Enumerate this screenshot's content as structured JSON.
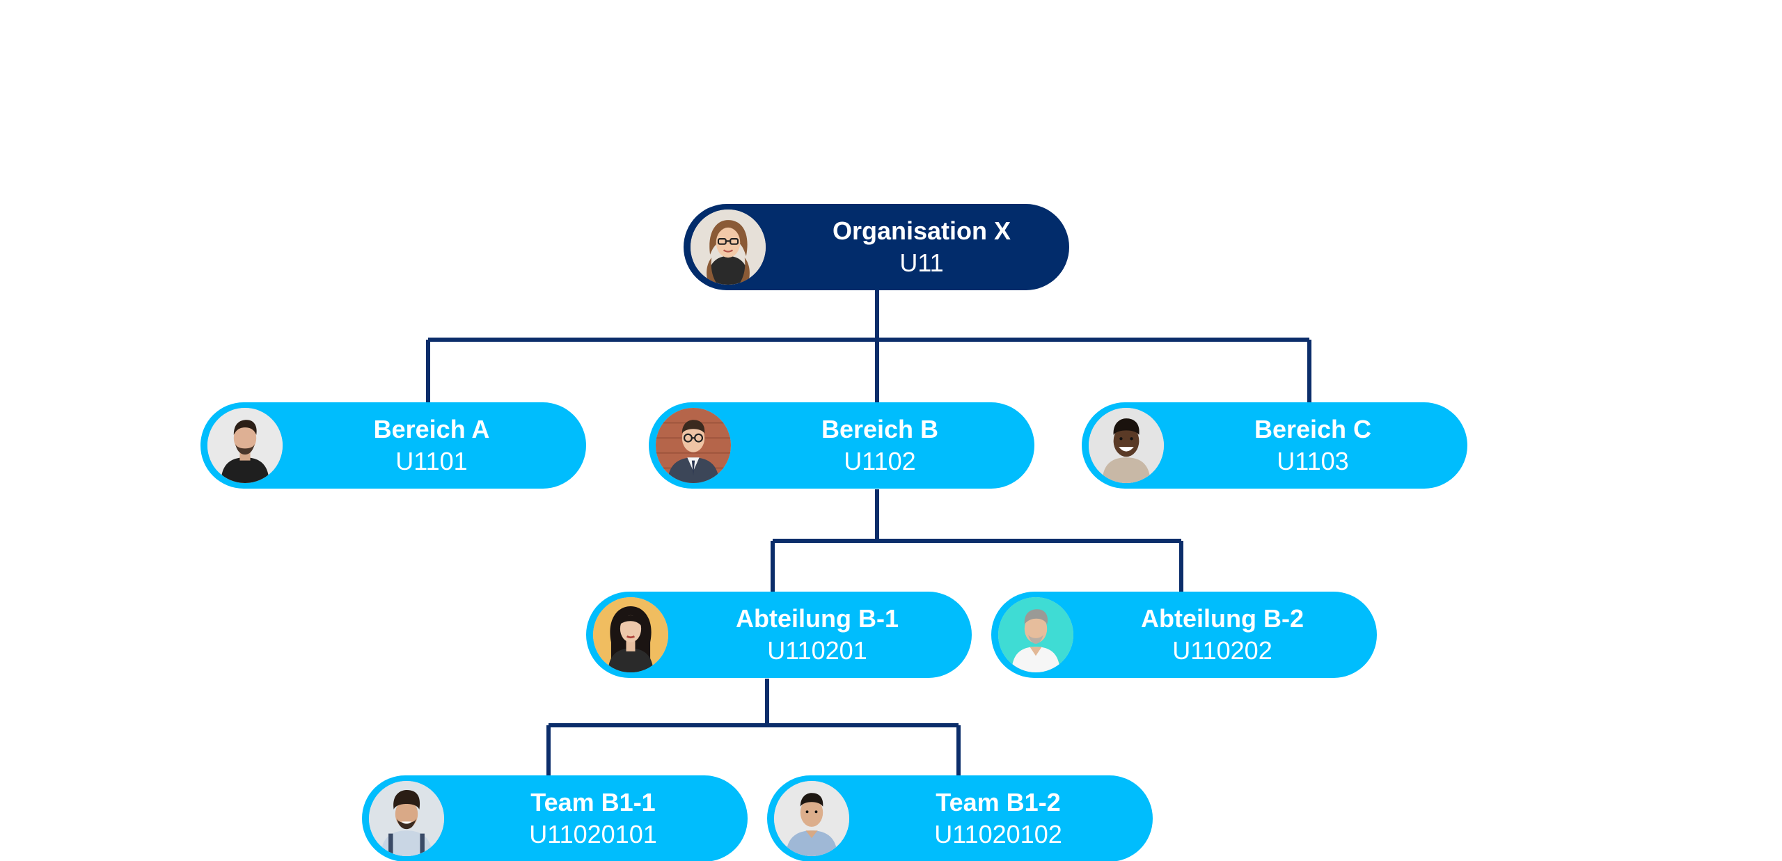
{
  "colors": {
    "root_fill": "#022c6b",
    "node_fill": "#00bdfd",
    "connector": "#0b2d6a",
    "text": "#ffffff"
  },
  "nodes": {
    "org": {
      "title": "Organisation X",
      "code": "U11",
      "avatar": "avatar-woman-glasses-icon"
    },
    "bereich_a": {
      "title": "Bereich A",
      "code": "U1101",
      "avatar": "avatar-man-dark-shirt-icon"
    },
    "bereich_b": {
      "title": "Bereich B",
      "code": "U1102",
      "avatar": "avatar-man-glasses-suit-icon"
    },
    "bereich_c": {
      "title": "Bereich C",
      "code": "U1103",
      "avatar": "avatar-man-smiling-icon"
    },
    "abteilung_b1": {
      "title": "Abteilung B-1",
      "code": "U110201",
      "avatar": "avatar-woman-dark-hair-icon"
    },
    "abteilung_b2": {
      "title": "Abteilung B-2",
      "code": "U110202",
      "avatar": "avatar-man-grey-hair-icon"
    },
    "team_b1_1": {
      "title": "Team B1-1",
      "code": "U11020101",
      "avatar": "avatar-man-curly-hair-icon"
    },
    "team_b1_2": {
      "title": "Team B1-2",
      "code": "U11020102",
      "avatar": "avatar-man-short-hair-icon"
    }
  }
}
